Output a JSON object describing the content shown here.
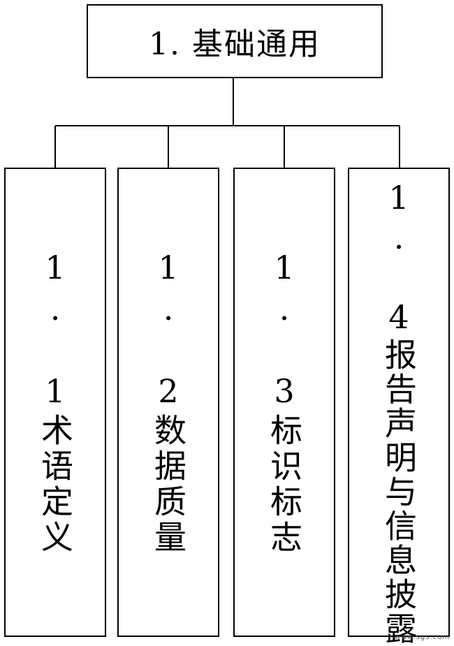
{
  "diagram": {
    "root": {
      "label": "1. 基础通用"
    },
    "children": [
      {
        "label": "1. 1术语定义"
      },
      {
        "label": "1. 2数据质量"
      },
      {
        "label": "1. 3标识标志"
      },
      {
        "label": "1. 4报告声明与信息披露"
      }
    ]
  },
  "watermark": "www.sgs.com"
}
